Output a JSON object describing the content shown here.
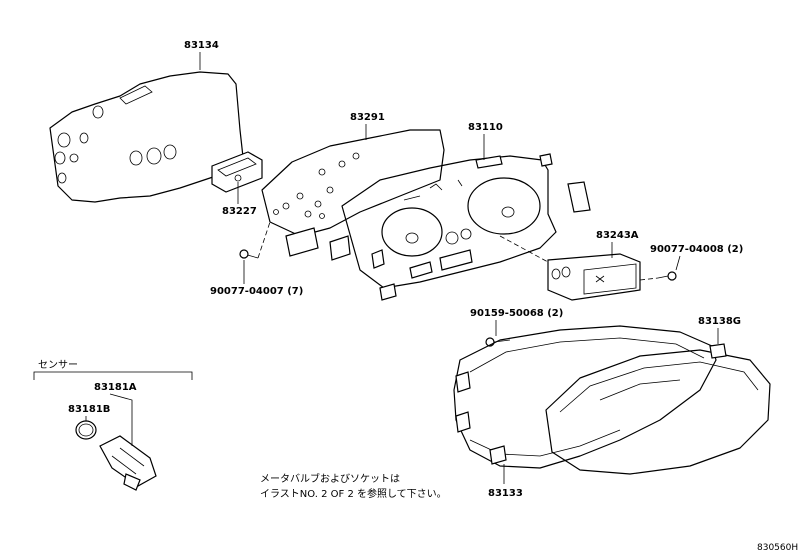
{
  "labels": {
    "p83134": "83134",
    "p83291": "83291",
    "p83110": "83110",
    "p83227": "83227",
    "p83243a": "83243A",
    "screw_right": "90077-04008 (2)",
    "screw_left": "90077-04007 (7)",
    "screw_lower": "90159-50068 (2)",
    "p83138g": "83138G",
    "p83133": "83133",
    "p83181a": "83181A",
    "p83181b": "83181B"
  },
  "sensor_group": "センサー",
  "note": {
    "line1": "メータバルブおよびソケットは",
    "line2": "イラストNO. 2 OF 2 を参照して下さい。"
  },
  "diagram_ref": "830560H"
}
